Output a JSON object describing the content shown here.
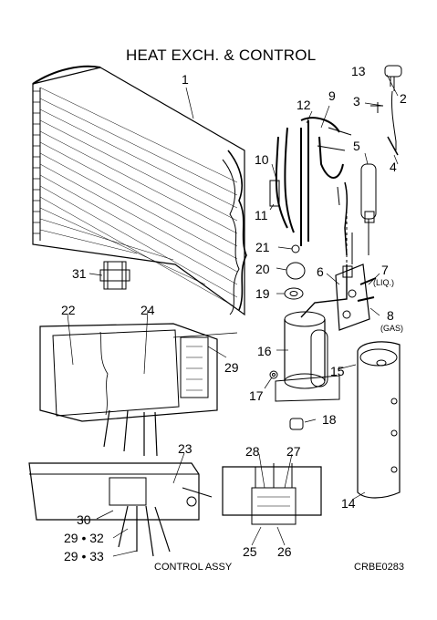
{
  "title": "HEAT EXCH. & CONTROL",
  "callouts": {
    "c1": "1",
    "c2": "2",
    "c3": "3",
    "c4": "4",
    "c5": "5",
    "c6": "6",
    "c7": "7",
    "c7_note": "(LIQ.)",
    "c8": "8",
    "c8_note": "(GAS)",
    "c9": "9",
    "c10": "10",
    "c11": "11",
    "c12": "12",
    "c13": "13",
    "c14": "14",
    "c15": "15",
    "c16": "16",
    "c17": "17",
    "c18": "18",
    "c19": "19",
    "c20": "20",
    "c21": "21",
    "c22": "22",
    "c23": "23",
    "c24": "24",
    "c25": "25",
    "c26": "26",
    "c27": "27",
    "c28": "28",
    "c29": "29",
    "c30": "30",
    "c31": "31",
    "c2932": "29 • 32",
    "c2933": "29 • 33"
  },
  "control_assy_label": "CONTROL ASSY",
  "drawing_code": "CRBE0283"
}
